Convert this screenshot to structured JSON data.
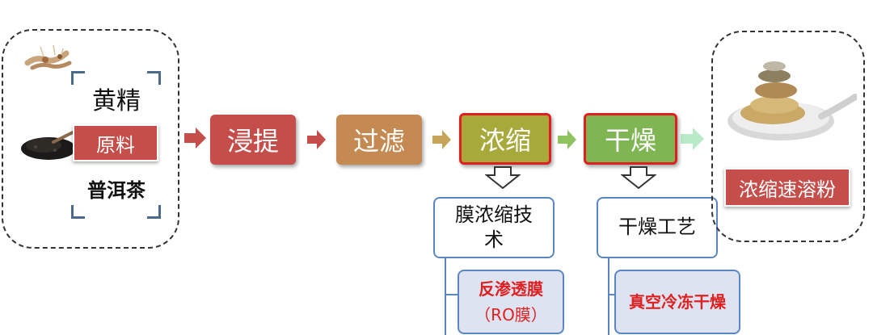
{
  "raw_material": {
    "top_label": "黄精",
    "badge": "原料",
    "bottom_label": "普洱茶"
  },
  "steps": [
    {
      "label": "浸提",
      "color": "#c54e4b"
    },
    {
      "label": "过滤",
      "color": "#c48a52"
    },
    {
      "label": "浓缩",
      "color": "#a7a93a"
    },
    {
      "label": "干燥",
      "color": "#7fb552"
    }
  ],
  "arrow_colors": [
    "#c54e4b",
    "#c54e4b",
    "#c8a458",
    "#8ec35e",
    "#b9eac8"
  ],
  "technologies": [
    {
      "title": "膜浓缩技术",
      "detail_line1": "反渗透膜",
      "detail_line2": "（RO膜）"
    },
    {
      "title": "干燥工艺",
      "detail_line1": "真空冷冻干燥",
      "detail_line2": ""
    }
  ],
  "product": {
    "badge": "浓缩速溶粉"
  },
  "icons": [
    "rhizome-image",
    "tea-leaves-image",
    "powder-spoon-image"
  ]
}
